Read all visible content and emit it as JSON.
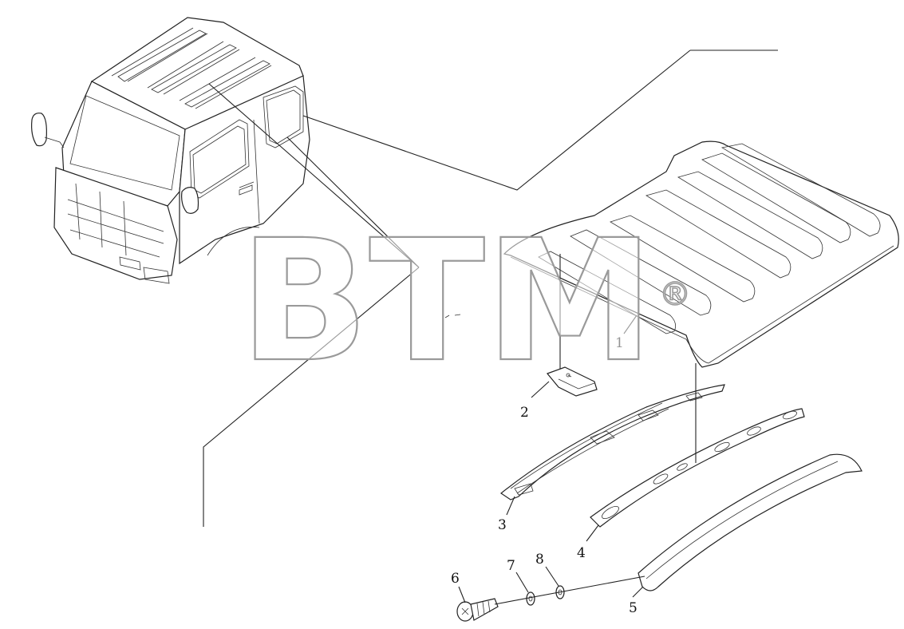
{
  "callouts": [
    {
      "id": "1",
      "label": "1"
    },
    {
      "id": "2",
      "label": "2"
    },
    {
      "id": "3",
      "label": "3"
    },
    {
      "id": "4",
      "label": "4"
    },
    {
      "id": "5",
      "label": "5"
    },
    {
      "id": "6",
      "label": "6"
    },
    {
      "id": "7",
      "label": "7"
    },
    {
      "id": "8",
      "label": "8"
    }
  ],
  "watermark": {
    "text": "BTM",
    "registered": "®"
  }
}
